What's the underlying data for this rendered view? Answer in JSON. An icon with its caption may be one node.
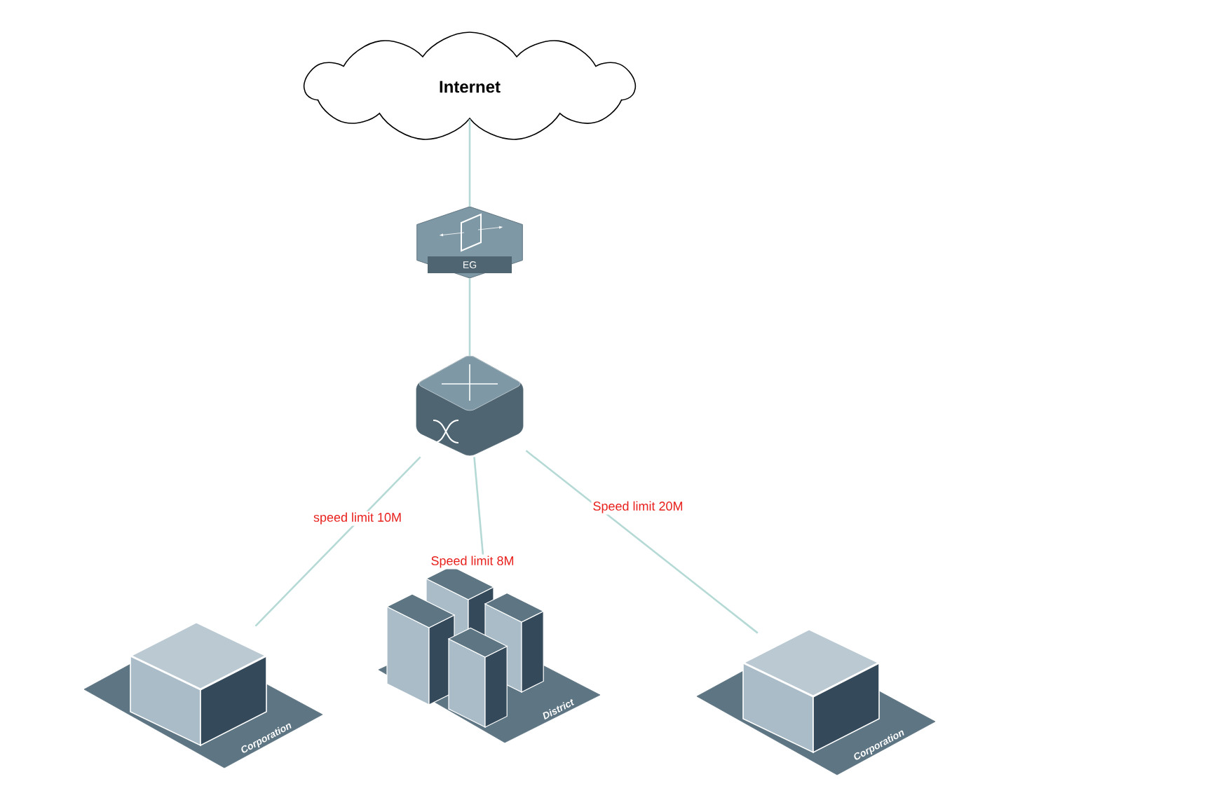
{
  "diagram": {
    "nodes": [
      {
        "text": [
          "Internet"
        ]
      },
      {
        "text": [
          "EG"
        ]
      },
      {
        "text": [],
        "shape": "picture"
      },
      {
        "text": [
          "Corporation"
        ]
      },
      {
        "text": [
          "District"
        ]
      },
      {
        "text": [
          "Corporation"
        ]
      }
    ],
    "edges": [
      {
        "from": 0,
        "to": 1,
        "arrow": "none"
      },
      {
        "from": 1,
        "to": 2,
        "arrow": "none"
      },
      {
        "from": 2,
        "to": 3,
        "arrow": "none",
        "label": "speed limit 10M"
      },
      {
        "from": 2,
        "to": 4,
        "arrow": "none",
        "label": "Speed limit 8M"
      },
      {
        "from": 2,
        "to": 5,
        "arrow": "none",
        "label": "Speed limit 20M"
      }
    ]
  }
}
